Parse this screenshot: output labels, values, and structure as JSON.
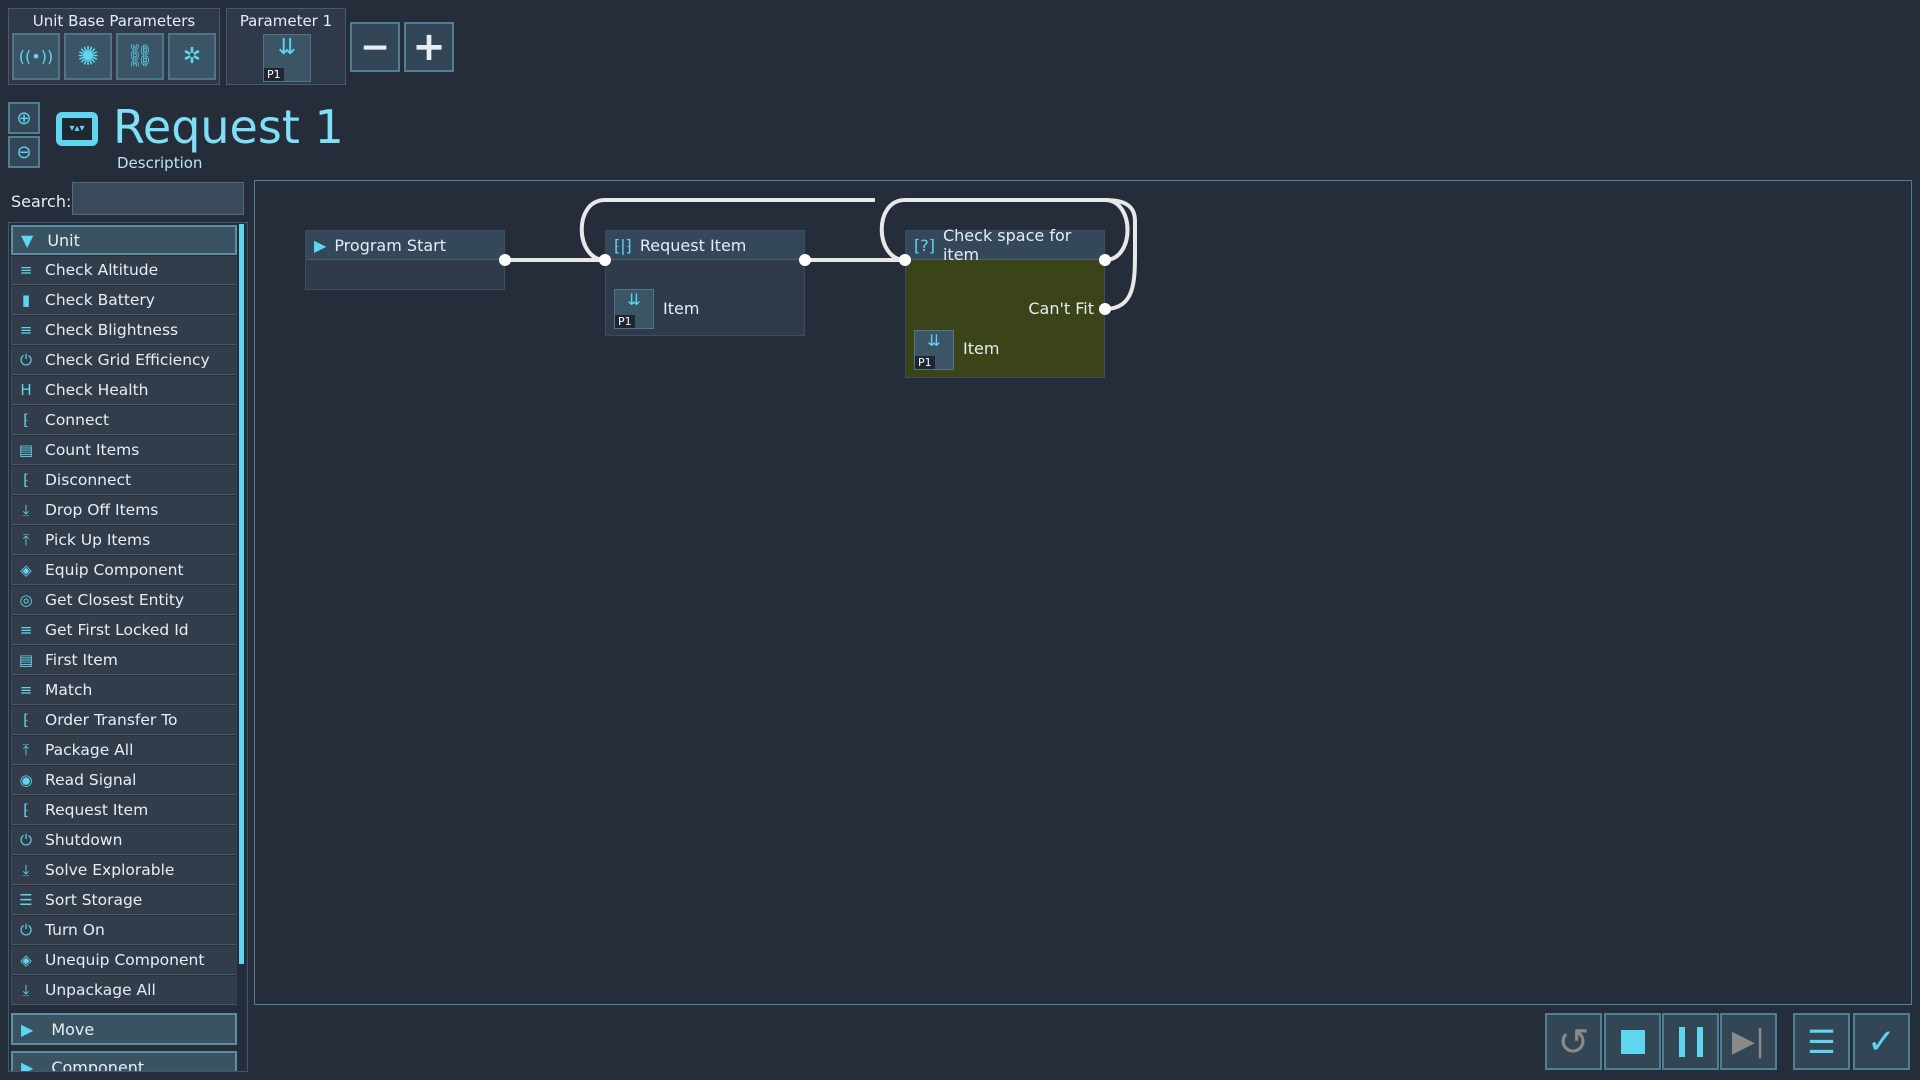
{
  "toolbar": {
    "unit_base_title": "Unit Base Parameters",
    "unit_base_icons": [
      "signal-icon",
      "shield-icon",
      "link-icon",
      "compress-icon"
    ],
    "param_title": "Parameter 1",
    "param_tag": "P1",
    "minus": "−",
    "plus": "+"
  },
  "header": {
    "title": "Request 1",
    "description": "Description"
  },
  "search": {
    "label": "Search:",
    "value": ""
  },
  "sidebar": {
    "category": "Unit",
    "items": [
      {
        "label": "Check Altitude",
        "icon": "≡"
      },
      {
        "label": "Check Battery",
        "icon": "▮"
      },
      {
        "label": "Check Blightness",
        "icon": "≡"
      },
      {
        "label": "Check Grid Efficiency",
        "icon": "⏻"
      },
      {
        "label": "Check Health",
        "icon": "H"
      },
      {
        "label": "Connect",
        "icon": "⁅"
      },
      {
        "label": "Count Items",
        "icon": "▤"
      },
      {
        "label": "Disconnect",
        "icon": "⁅"
      },
      {
        "label": "Drop Off Items",
        "icon": "⤓"
      },
      {
        "label": "Pick Up Items",
        "icon": "⤒"
      },
      {
        "label": "Equip Component",
        "icon": "◈"
      },
      {
        "label": "Get Closest Entity",
        "icon": "◎"
      },
      {
        "label": "Get First Locked Id",
        "icon": "≡"
      },
      {
        "label": "First Item",
        "icon": "▤"
      },
      {
        "label": "Match",
        "icon": "≡"
      },
      {
        "label": "Order Transfer To",
        "icon": "⁅"
      },
      {
        "label": "Package All",
        "icon": "⤒"
      },
      {
        "label": "Read Signal",
        "icon": "◉"
      },
      {
        "label": "Request Item",
        "icon": "⁅"
      },
      {
        "label": "Shutdown",
        "icon": "⏻"
      },
      {
        "label": "Solve Explorable",
        "icon": "⤓"
      },
      {
        "label": "Sort Storage",
        "icon": "☰"
      },
      {
        "label": "Turn On",
        "icon": "⏻"
      },
      {
        "label": "Unequip Component",
        "icon": "◈"
      },
      {
        "label": "Unpackage All",
        "icon": "⤓"
      }
    ],
    "categories_after": [
      "Move",
      "Component"
    ]
  },
  "graph": {
    "nodes": [
      {
        "title": "Program Start"
      },
      {
        "title": "Request Item",
        "param_label": "Item",
        "param_tag": "P1"
      },
      {
        "title": "Check space for item",
        "output_label": "Can't Fit",
        "param_label": "Item",
        "param_tag": "P1"
      }
    ]
  },
  "controls": [
    "restart",
    "stop",
    "pause",
    "step",
    "server",
    "confirm"
  ]
}
